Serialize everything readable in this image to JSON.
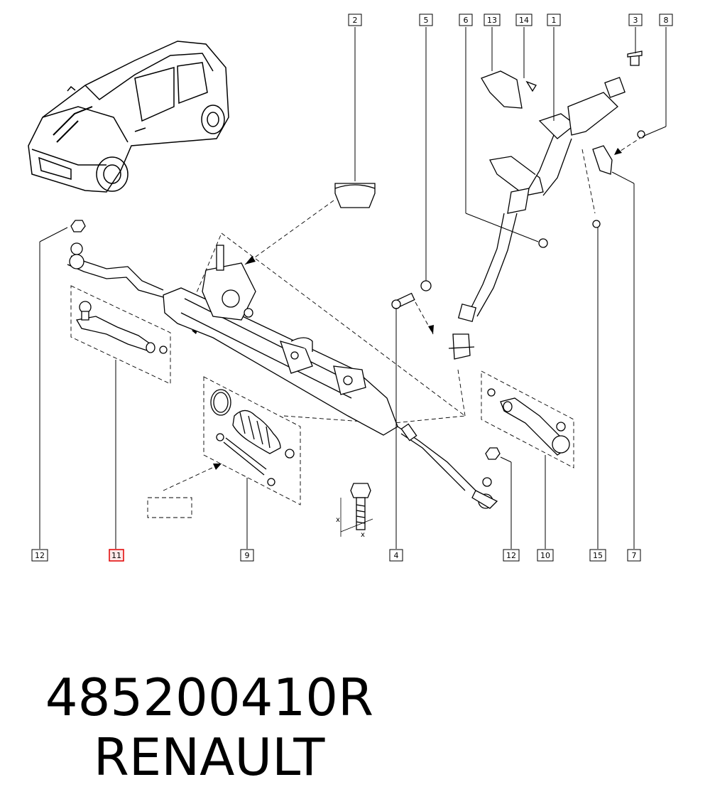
{
  "callouts": {
    "c1": "1",
    "c2": "2",
    "c3": "3",
    "c4": "4",
    "c5": "5",
    "c6": "6",
    "c7": "7",
    "c8": "8",
    "c9": "9",
    "c10": "10",
    "c11": "11",
    "c12a": "12",
    "c12b": "12",
    "c13": "13",
    "c14": "14",
    "c15": "15"
  },
  "highlight_color": "#e00000",
  "dimension_labels": {
    "x_top": "x",
    "x_bottom": "x"
  },
  "footer": {
    "part_number": "485200410R",
    "manufacturer": "RENAULT"
  }
}
